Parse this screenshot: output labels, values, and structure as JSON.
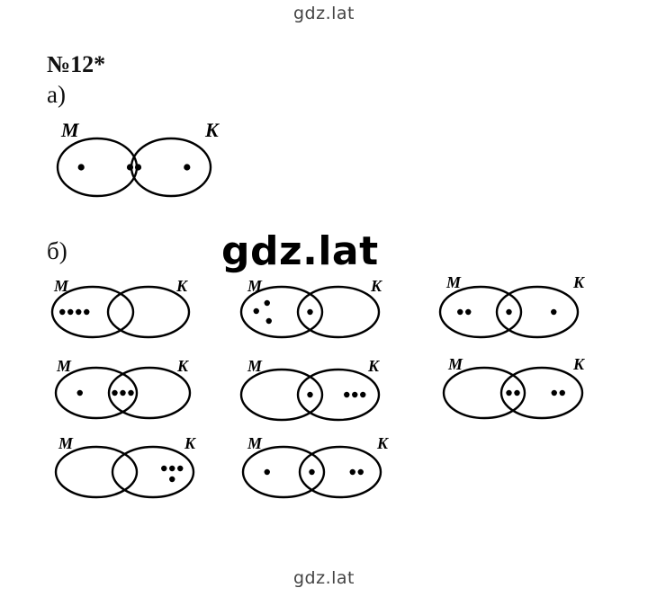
{
  "watermark": {
    "top": "gdz.lat",
    "center": "gdz.lat",
    "bottom": "gdz.lat"
  },
  "problem": {
    "number": "№12*",
    "part_a": "а)",
    "part_b": "б)"
  },
  "labels": {
    "left": "M",
    "right": "K"
  },
  "diagrams": [
    {
      "id": "a",
      "left_only": 1,
      "intersection": 2,
      "right_only": 1
    },
    {
      "id": "b1",
      "left_only": 4,
      "intersection": 0,
      "right_only": 0
    },
    {
      "id": "b2",
      "left_only": 3,
      "intersection": 1,
      "right_only": 0
    },
    {
      "id": "b3",
      "left_only": 2,
      "intersection": 1,
      "right_only": 1
    },
    {
      "id": "b4",
      "left_only": 1,
      "intersection": 3,
      "right_only": 0
    },
    {
      "id": "b5",
      "left_only": 0,
      "intersection": 1,
      "right_only": 3
    },
    {
      "id": "b6",
      "left_only": 0,
      "intersection": 2,
      "right_only": 2
    },
    {
      "id": "b7",
      "left_only": 0,
      "intersection": 0,
      "right_only": 4
    },
    {
      "id": "b8",
      "left_only": 1,
      "intersection": 1,
      "right_only": 2
    }
  ]
}
